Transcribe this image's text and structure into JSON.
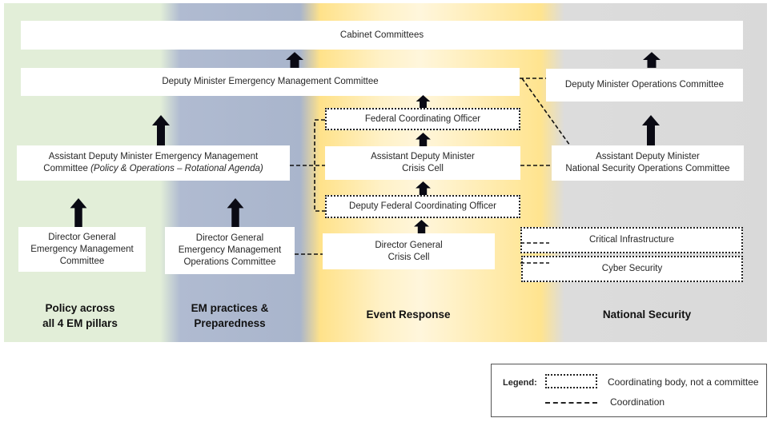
{
  "lanes": [
    {
      "label_line1": "Policy across",
      "label_line2": "all 4 EM pillars",
      "color": "#e2eed8"
    },
    {
      "label_line1": "EM practices &",
      "label_line2": "Preparedness",
      "color": "#a9b5cc"
    },
    {
      "label_line1": "Event Response",
      "label_line2": "",
      "color": "#ffe28a"
    },
    {
      "label_line1": "National Security",
      "label_line2": "",
      "color": "#d9d9d9"
    }
  ],
  "nodes": {
    "cabinet": {
      "line1": "Cabinet Committees"
    },
    "dm_em": {
      "line1": "Deputy Minister Emergency Management Committee"
    },
    "dm_ops": {
      "line1": "Deputy Minister Operations Committee"
    },
    "fco": {
      "line1": "Federal Coordinating Officer"
    },
    "adm_em": {
      "line1": "Assistant Deputy Minister Emergency Management",
      "line2_prefix": "Committee ",
      "line2_italic": "(Policy & Operations – Rotational Agenda)"
    },
    "adm_cc": {
      "line1": "Assistant Deputy Minister",
      "line2": "Crisis Cell"
    },
    "adm_ns": {
      "line1": "Assistant Deputy Minister",
      "line2": "National Security Operations Committee"
    },
    "dfco": {
      "line1": "Deputy Federal Coordinating Officer"
    },
    "dg_em": {
      "line1": "Director General",
      "line2": "Emergency Management",
      "line3": "Committee"
    },
    "dg_emops": {
      "line1": "Director General",
      "line2": "Emergency Management",
      "line3": "Operations Committee"
    },
    "dg_cc": {
      "line1": "Director General",
      "line2": "Crisis Cell"
    },
    "ci": {
      "line1": "Critical Infrastructure"
    },
    "cyber": {
      "line1": "Cyber Security"
    }
  },
  "legend": {
    "title": "Legend:",
    "dotted_label": "Coordinating body, not a committee",
    "dashed_label": "Coordination"
  }
}
